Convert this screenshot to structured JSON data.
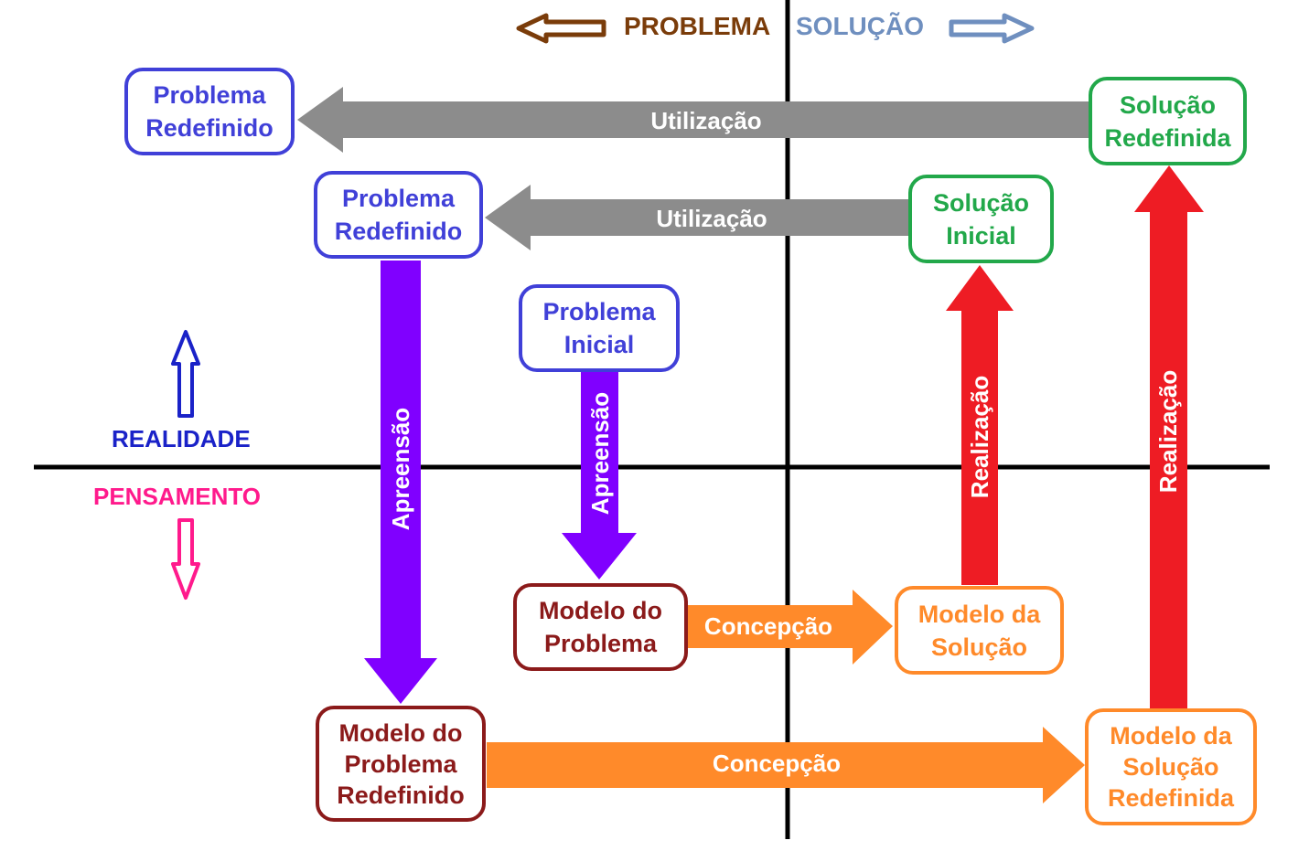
{
  "header": {
    "problema": "PROBLEMA",
    "solucao": "SOLUÇÃO"
  },
  "axis": {
    "realidade": "REALIDADE",
    "pensamento": "PENSAMENTO"
  },
  "boxes": {
    "problema_redefinido_top": [
      "Problema",
      "Redefinido"
    ],
    "problema_redefinido_mid": [
      "Problema",
      "Redefinido"
    ],
    "problema_inicial": [
      "Problema",
      "Inicial"
    ],
    "solucao_redefinida": [
      "Solução",
      "Redefinida"
    ],
    "solucao_inicial": [
      "Solução",
      "Inicial"
    ],
    "modelo_do_problema": [
      "Modelo do",
      "Problema"
    ],
    "modelo_da_solucao": [
      "Modelo da",
      "Solução"
    ],
    "modelo_do_problema_redefinido": [
      "Modelo do",
      "Problema",
      "Redefinido"
    ],
    "modelo_da_solucao_redefinida": [
      "Modelo da",
      "Solução",
      "Redefinida"
    ]
  },
  "arrows": {
    "utilizacao_top": "Utilização",
    "utilizacao_mid": "Utilização",
    "apreensao_left": "Apreensão",
    "apreensao_mid": "Apreensão",
    "realizacao_mid": "Realização",
    "realizacao_right": "Realização",
    "concepcao_mid": "Concepção",
    "concepcao_bottom": "Concepção"
  },
  "colors": {
    "problem": "#4040d8",
    "solution": "#22a84a",
    "model_problem": "#8b1a1a",
    "model_solution": "#ff8a2a",
    "utilizacao": "#8c8c8c",
    "apreensao": "#8000ff",
    "realizacao": "#ee1c24",
    "concepcao": "#ff8a2a",
    "problema_label": "#7a3c0a",
    "solucao_label": "#6f8fbf",
    "realidade": "#1a22c8",
    "pensamento": "#ff1a8c"
  }
}
